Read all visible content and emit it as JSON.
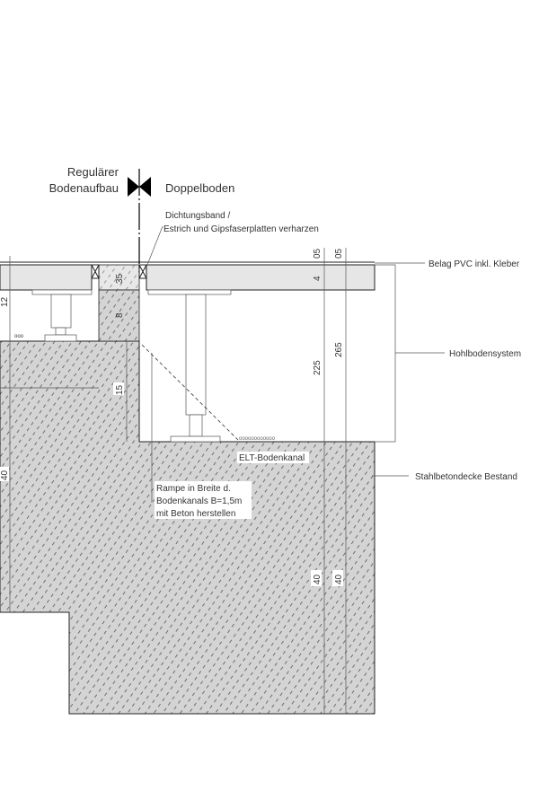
{
  "legend": {
    "left_line1": "Regulärer",
    "left_line2": "Bodenaufbau",
    "right": "Doppelboden"
  },
  "annotations": {
    "seal_line1": "Dichtungsband /",
    "seal_line2": "Estrich und Gipsfaserplatten verharzen",
    "covering": "Belag PVC  inkl. Kleber",
    "raised_floor": "Hohlbodensystem",
    "slab": "Stahlbetondecke Bestand",
    "channel": "ELT-Bodenkanal",
    "ramp_line1": "Rampe in Breite d.",
    "ramp_line2": "Bodenkanals B=1,5m",
    "ramp_line3": "mit Beton herstellen"
  },
  "dimensions": {
    "d05a": "05",
    "d05b": "05",
    "d4": "4",
    "d225": "225",
    "d265": "265",
    "d40a": "40",
    "d40b": "40",
    "d12": "12",
    "d40left": "40",
    "d15": "15",
    "d35": "35",
    "d8": "8"
  },
  "colors": {
    "concrete": "#d4d4d4",
    "board": "#e6e6e6",
    "line": "#222222"
  }
}
